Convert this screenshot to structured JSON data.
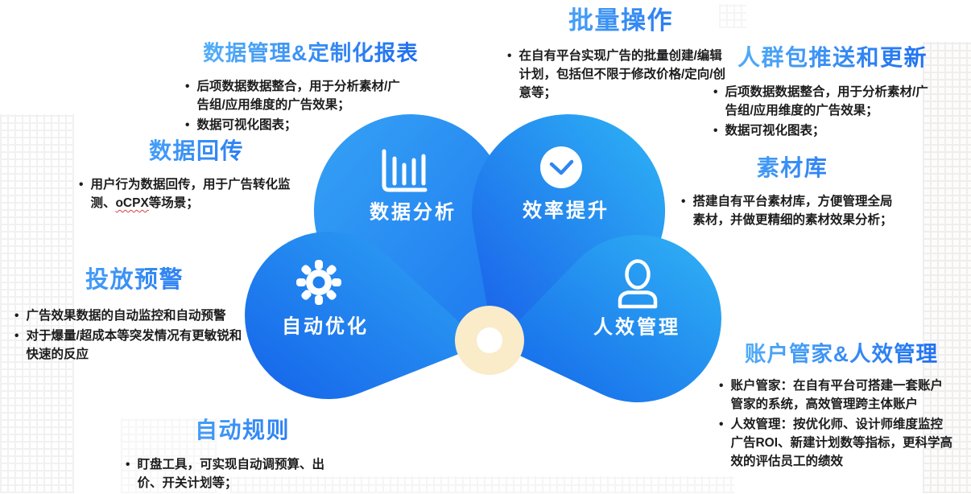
{
  "colors": {
    "background": "#ffffff",
    "heading_gradient_start": "#55b0f8",
    "heading_gradient_end": "#1c6df1",
    "petal_blue_dark": "#1a5fe9",
    "petal_blue_light": "#2eb4f5",
    "petal_label_text": "#ffffff",
    "body_text": "#1c1c1e",
    "center_circle_beige": "#faebc9",
    "check_icon_blue": "#2e86f0",
    "ocpx_underline_red": "#e03c3c"
  },
  "flower": {
    "petals": [
      {
        "id": "data-analysis",
        "label": "数据分析",
        "icon": "bar-chart-icon"
      },
      {
        "id": "efficiency-boost",
        "label": "效率提升",
        "icon": "check-circle-icon"
      },
      {
        "id": "auto-optimize",
        "label": "自动优化",
        "icon": "gear-icon"
      },
      {
        "id": "staff-efficiency",
        "label": "人效管理",
        "icon": "person-icon"
      }
    ]
  },
  "sections": [
    {
      "id": "data-management",
      "title": "数据管理&定制化报表",
      "bullets": [
        "后项数据数据整合，用于分析素材/广告组/应用维度的广告效果；",
        "数据可视化图表；"
      ]
    },
    {
      "id": "batch-operations",
      "title": "批量操作",
      "bullets": [
        "在自有平台实现广告的批量创建/编辑计划，包括但不限于修改价格/定向/创意等；"
      ]
    },
    {
      "id": "audience-push-update",
      "title": "人群包推送和更新",
      "bullets": [
        "后项数据数据整合，用于分析素材/广告组/应用维度的广告效果；",
        "数据可视化图表；"
      ]
    },
    {
      "id": "data-callback",
      "title": "数据回传",
      "bullet_pre": "用户行为数据回传，用于广告转化监测、",
      "bullet_highlight": "oCPX",
      "bullet_post": "等场景；"
    },
    {
      "id": "material-library",
      "title": "素材库",
      "bullets": [
        "搭建自有平台素材库，方便管理全局素材，并做更精细的素材效果分析；"
      ]
    },
    {
      "id": "delivery-alert",
      "title": "投放预警",
      "bullets": [
        "广告效果数据的自动监控和自动预警",
        "对于爆量/超成本等突发情况有更敏锐和快速的反应"
      ]
    },
    {
      "id": "auto-rules",
      "title": "自动规则",
      "bullets": [
        "盯盘工具，可实现自动调预算、出价、开关计划等；"
      ]
    },
    {
      "id": "account-manager",
      "title": "账户管家&人效管理",
      "bullets": [
        "账户管家：在自有平台可搭建一套账户管家的系统，高效管理跨主体账户",
        "人效管理：按优化师、设计师维度监控广告ROI、新建计划数等指标，更科学高效的评估员工的绩效"
      ]
    }
  ]
}
